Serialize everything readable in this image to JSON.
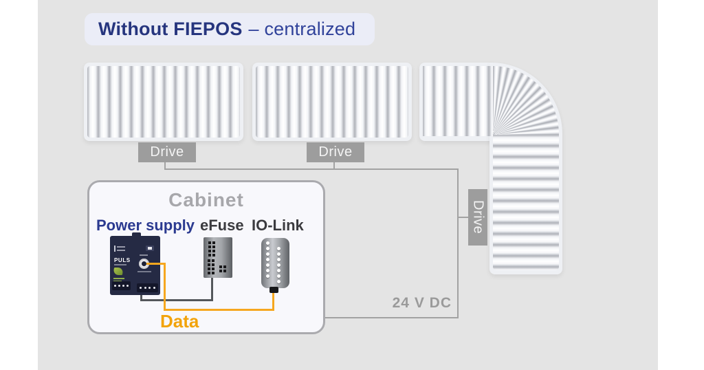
{
  "title": {
    "main": "Without FIEPOS",
    "sub": "– centralized"
  },
  "drives": {
    "0": "Drive",
    "1": "Drive",
    "2": "Drive"
  },
  "cabinet": {
    "title": "Cabinet",
    "power_supply_label": "Power supply",
    "efuse_label": "eFuse",
    "iolink_label": "IO-Link",
    "psu_brand": "PULS"
  },
  "wiring": {
    "data_label": "Data",
    "voltage_label": "24 V DC"
  },
  "colors": {
    "board_bg": "#e4e4e4",
    "title_navy": "#26357e",
    "drive_gray": "#9d9d9d",
    "bus_gray": "#a2a2a2",
    "accent_orange": "#f6a71f",
    "psu_navy": "#252a44"
  }
}
